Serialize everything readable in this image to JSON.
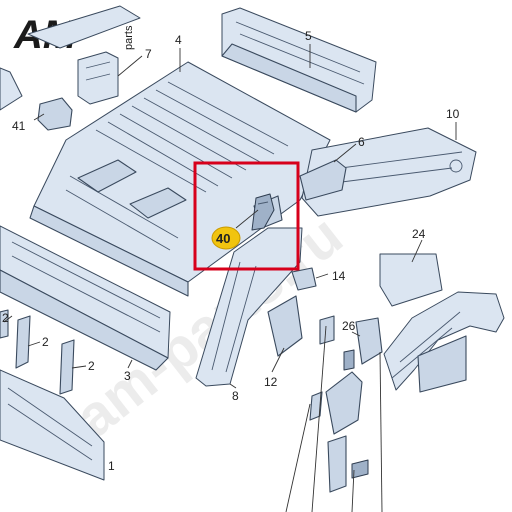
{
  "logo": {
    "text": "AM",
    "suffix": "parts"
  },
  "watermark": "am-parts.ru",
  "callouts": {
    "c1": "1",
    "c2a": "2",
    "c2b": "2",
    "c2c": "2",
    "c3": "3",
    "c4": "4",
    "c5": "5",
    "c6": "6",
    "c7": "7",
    "c8": "8",
    "c10": "10",
    "c12": "12",
    "c14": "14",
    "c24": "24",
    "c26": "26",
    "c40": "40",
    "c41": "41"
  },
  "colors": {
    "highlight": "#d7001b",
    "badge": "#f1c40f",
    "part_fill": "#c9d6e6"
  }
}
